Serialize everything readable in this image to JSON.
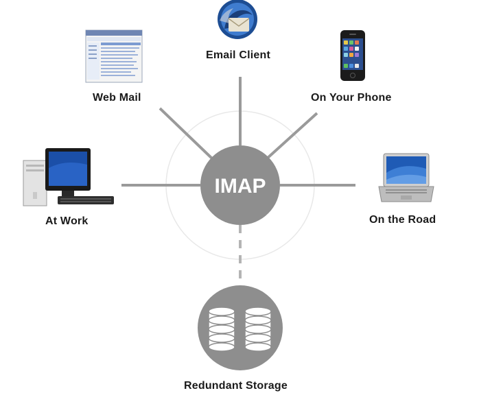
{
  "hub": {
    "label": "IMAP"
  },
  "nodes": {
    "email_client": {
      "label": "Email Client",
      "icon": "thunderbird-logo-icon"
    },
    "web_mail": {
      "label": "Web Mail",
      "icon": "browser-window-icon"
    },
    "on_your_phone": {
      "label": "On Your Phone",
      "icon": "smartphone-icon"
    },
    "at_work": {
      "label": "At Work",
      "icon": "desktop-computer-icon"
    },
    "on_the_road": {
      "label": "On the Road",
      "icon": "laptop-icon"
    },
    "redundant_storage": {
      "label": "Redundant Storage",
      "icon": "database-cylinders-icon"
    }
  },
  "colors": {
    "connector": "#9a9a9a",
    "hub_fill": "#8e8e8e",
    "hub_text": "#ffffff",
    "storage_fill": "#8e8e8e",
    "halo": "#e6e6e6"
  }
}
